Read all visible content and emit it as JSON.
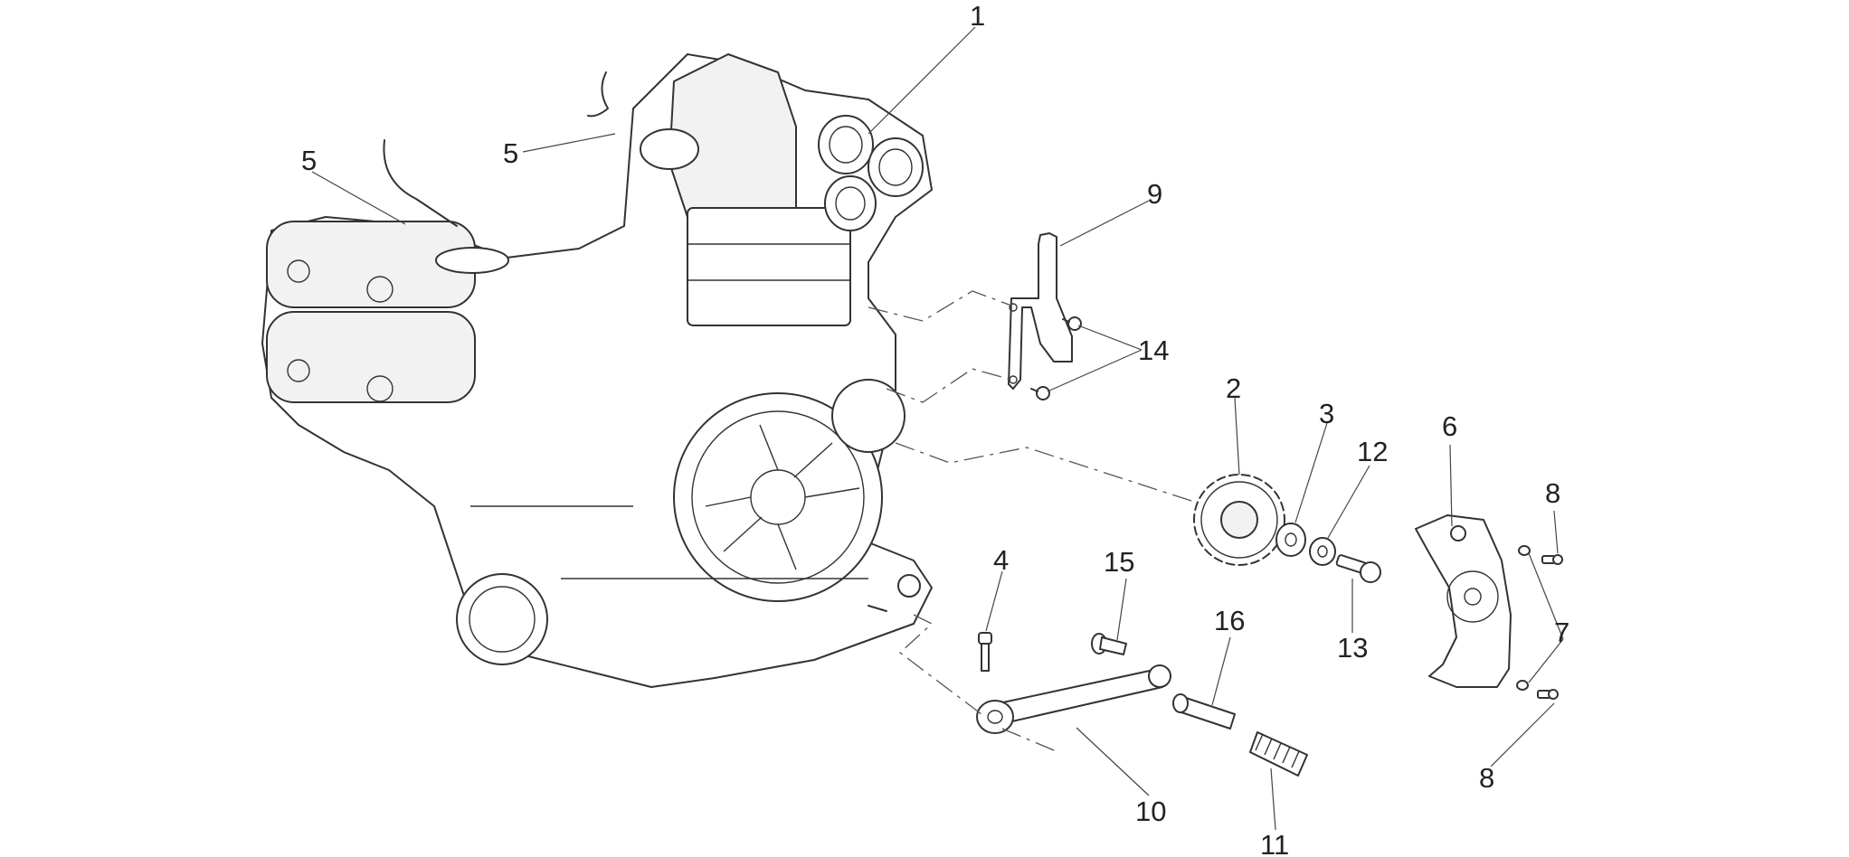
{
  "callouts": {
    "c1": "1",
    "c2": "2",
    "c3": "3",
    "c4": "4",
    "c5a": "5",
    "c5b": "5",
    "c6": "6",
    "c7": "7",
    "c8a": "8",
    "c8b": "8",
    "c9": "9",
    "c10": "10",
    "c11": "11",
    "c12": "12",
    "c13": "13",
    "c14": "14",
    "c15": "15",
    "c16": "16"
  }
}
